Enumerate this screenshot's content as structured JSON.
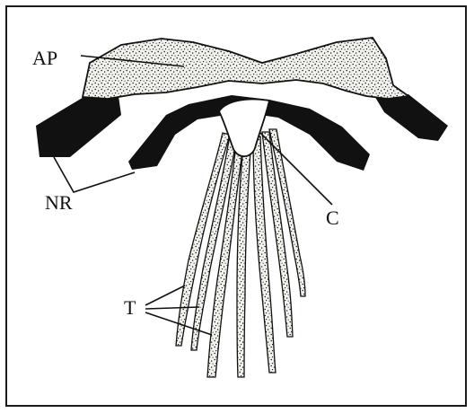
{
  "figure": {
    "labels": {
      "ap": "AP",
      "nr": "NR",
      "c": "C",
      "t": "T"
    },
    "colors": {
      "ink": "#111111",
      "stipple_fill": "#f2f2ee",
      "background": "#ffffff"
    }
  }
}
